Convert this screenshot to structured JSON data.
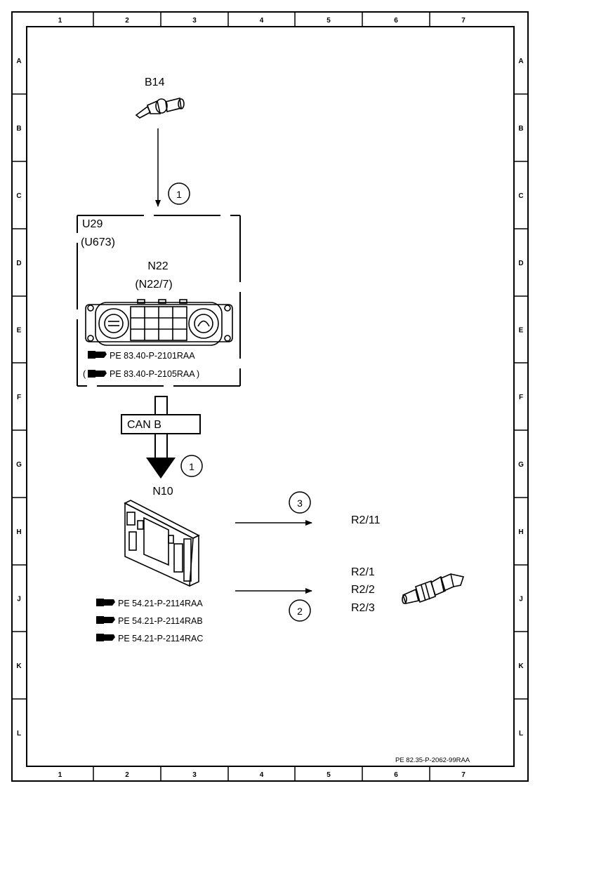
{
  "grid": {
    "columns": [
      "1",
      "2",
      "3",
      "4",
      "5",
      "6",
      "7"
    ],
    "rows": [
      "A",
      "B",
      "C",
      "D",
      "E",
      "F",
      "G",
      "H",
      "J",
      "K",
      "L"
    ]
  },
  "components": {
    "b14": "B14",
    "u29": "U29",
    "u673": "(U673)",
    "n22": "N22",
    "n22_7": "(N22/7)",
    "n10": "N10",
    "r2_11": "R2/11",
    "r2_1": "R2/1",
    "r2_2": "R2/2",
    "r2_3": "R2/3"
  },
  "bus": {
    "can_b": "CAN B"
  },
  "signals": {
    "s1": "1",
    "s2": "2",
    "s3": "3"
  },
  "references": {
    "n22": [
      "PE 83.40-P-2101RAA",
      "PE 83.40-P-2105RAA"
    ],
    "n22_paren_open": "(",
    "n22_paren_close": ")",
    "n10": [
      "PE 54.21-P-2114RAA",
      "PE 54.21-P-2114RAB",
      "PE 54.21-P-2114RAC"
    ]
  },
  "footer_code": "PE 82.35-P-2062-99RAA"
}
